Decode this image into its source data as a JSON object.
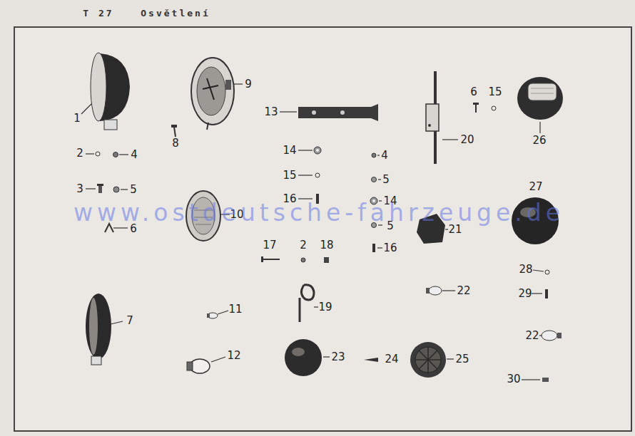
{
  "diagram": {
    "labels": [
      "T 27",
      "Osvětlení",
      "1",
      "9",
      "13",
      "6",
      "15",
      "20",
      "26",
      "8",
      "2",
      "4",
      "14",
      "4",
      "3",
      "5",
      "15",
      "5",
      "16",
      "14",
      "27",
      "www.ostdeutsche-fahrzeuge.de",
      "10",
      "6",
      "5",
      "21",
      "16",
      "17",
      "2",
      "18",
      "28",
      "22",
      "29",
      "7",
      "11",
      "19",
      "22",
      "12",
      "23",
      "24",
      "25",
      "30"
    ]
  }
}
